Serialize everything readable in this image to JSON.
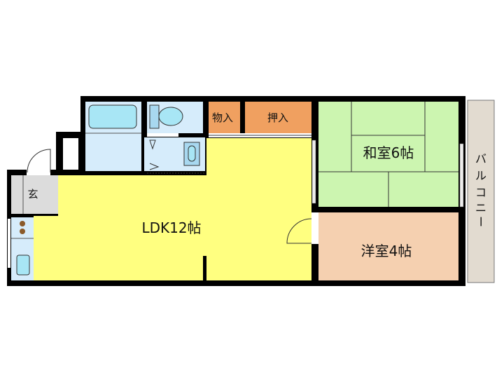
{
  "floorplan": {
    "rooms": {
      "ldk": "LDK12帖",
      "japanese": "和室6帖",
      "western": "洋室4帖",
      "entrance": "玄",
      "storage": "物入",
      "closet": "押入",
      "balcony": [
        "バ",
        "ル",
        "コ",
        "ニ",
        "ー"
      ]
    },
    "colors": {
      "ldk": "#ffff80",
      "japanese": "#ccf5b0",
      "western": "#f5d0b0",
      "closet": "#f0a060",
      "wet_area": "#d6ecfb",
      "fixture": "#a8e6f5",
      "entrance": "#dcdcdc",
      "balcony": "#e2dbd0",
      "wall": "#000000"
    }
  }
}
